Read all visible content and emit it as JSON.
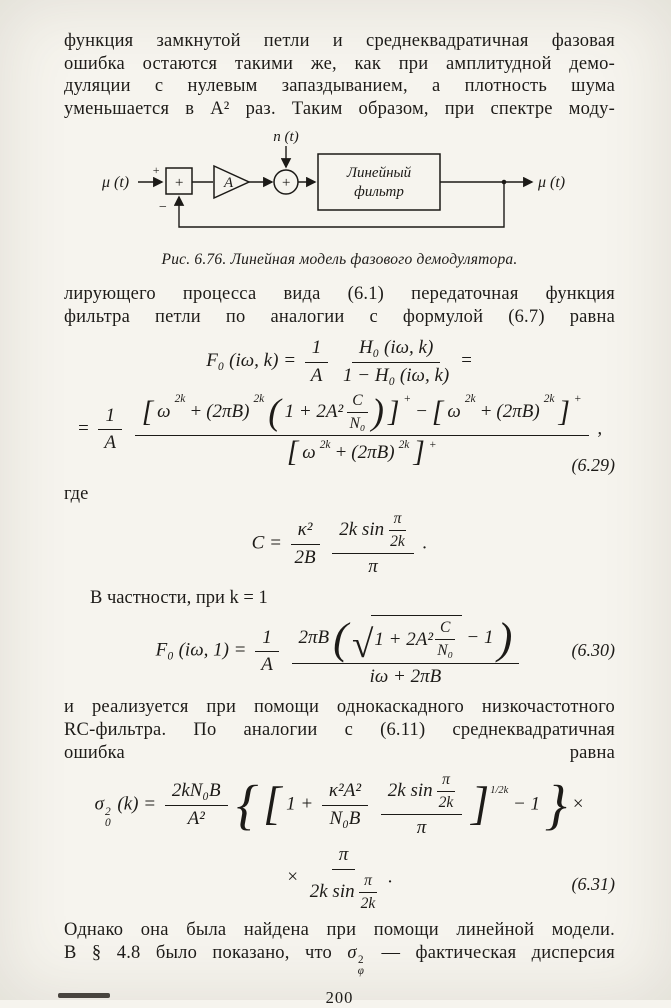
{
  "page": {
    "bg": "#f6f4ee",
    "ink": "#1d1b18",
    "number": "200"
  },
  "paragraphs": {
    "p1": "функция замкнутой петли и среднеквадратичная фазовая\nошибка остаются такими же, как при амплитудной демо-\nдуляции с нулевым запаздыванием, а плотность шума\nуменьшается в A² раз. Таким образом, при спектре моду-",
    "p2": "лирующего процесса вида (6.1) передаточная функция\nфильтра петли по аналогии с формулой (6.7) равна",
    "gde": "где",
    "chastnosti": "В частности, при k = 1",
    "p3": "и реализуется при помощи однокаскадного низкочастотного\nRC-фильтра. По аналогии с (6.11) среднеквадратичная\nошибка равна",
    "p4_a": "Однако она была найдена при помощи линейной модели.\nВ § 4.8 было показано, что ",
    "p4_sigma": "σ",
    "p4_sup": "2",
    "p4_sub": "φ",
    "p4_b": " — фактическая дисперсия"
  },
  "figure": {
    "input_label": "μ (t)",
    "plus_small": "+",
    "sum_plus": "+",
    "minus_small": "−",
    "amp_label": "A",
    "circle_plus": "+",
    "noise_label": "n (t)",
    "filter_line1": "Линейный",
    "filter_line2": "фильтр",
    "output_label": "μ (t)",
    "caption": "Рис. 6.76. Линейная модель фазового демодулятора."
  },
  "eq29": {
    "lhs": "F₀ (iω, k) =",
    "one": "1",
    "a": "A",
    "hnum": "H₀ (iω, k)",
    "hden": "1 − H₀ (iω, k)",
    "eq": "=",
    "lb": "[",
    "rb": "]",
    "w": "ω",
    "e": "2k",
    "plus": "+",
    "pb": "(2πB)",
    "lp": "(",
    "inner": "1 + 2A²",
    "rp": ")",
    "c": "C",
    "n0": "N₀",
    "sp": "+",
    "minus": "−",
    "comma": ",",
    "tag": "(6.29)"
  },
  "eqC": {
    "lhs": "C =",
    "f1n": "κ²",
    "f1d": "2B",
    "sinpre": "2k sin",
    "pi": "π",
    "twok": "2k",
    "dpi": "π",
    "dot": "."
  },
  "eq30": {
    "lhs": "F₀ (iω, 1) =",
    "one": "1",
    "a": "A",
    "pre": "2πB",
    "lp": "(",
    "rp": ")",
    "radpre": "1 + 2A²",
    "c": "C",
    "n0": "N₀",
    "minusone": "− 1",
    "den": "iω + 2πB",
    "tag": "(6.30)"
  },
  "eq31": {
    "sigma": "σ",
    "sup2": "2",
    "sub0": "0",
    "ofk": "(k) =",
    "f1n": "2kN₀B",
    "f1d": "A²",
    "lbrace": "{",
    "rbrace": "}",
    "lbrack": "[",
    "rbrack": "]",
    "oneplus": "1 +",
    "f2n": "κ²A²",
    "f2d": "N₀B",
    "sinpre": "2k sin",
    "pi": "π",
    "twok": "2k",
    "f3d": "π",
    "exp": "1/2k",
    "minusone": "− 1",
    "times": "×",
    "f4n": "π",
    "dot": ".",
    "tag": "(6.31)"
  }
}
